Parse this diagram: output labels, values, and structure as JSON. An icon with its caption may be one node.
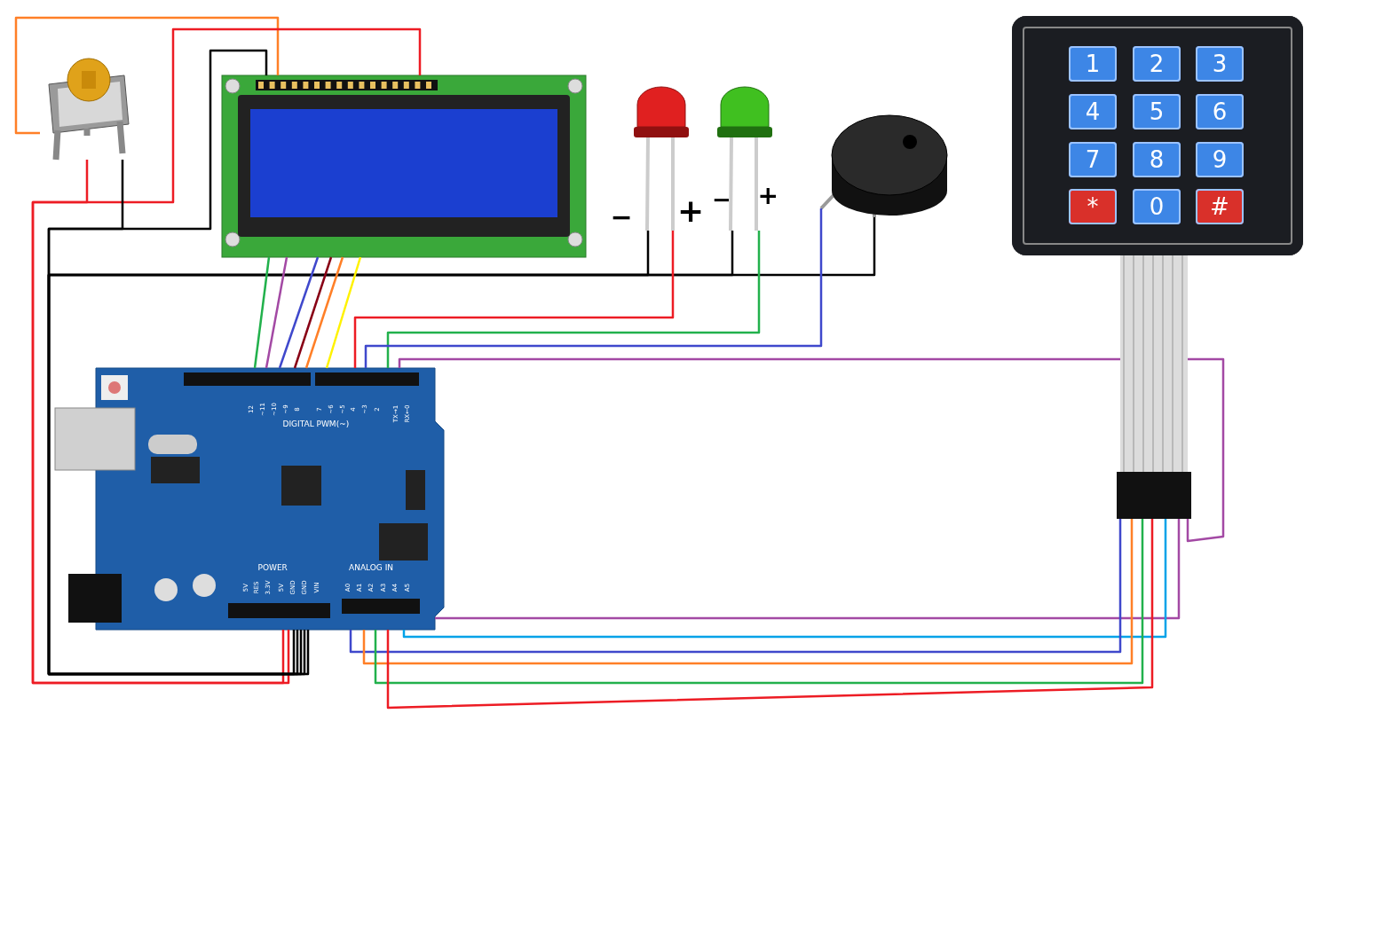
{
  "diagram": {
    "nodes": [
      {
        "text": [],
        "shape": "picture"
      },
      {
        "text": [],
        "shape": "picture"
      },
      {
        "text": [],
        "shape": "picture"
      },
      {
        "text": [],
        "shape": "picture"
      },
      {
        "text": [],
        "shape": "picture"
      },
      {
        "text": [
          "1",
          "2",
          "3",
          "4",
          "5",
          "6",
          "7",
          "8",
          "9",
          "*",
          "0",
          "#"
        ]
      },
      {
        "text": [],
        "shape": "picture"
      }
    ],
    "edges": [
      {
        "from": 0,
        "to": 1,
        "arrow": "none",
        "color": "#ff7f27"
      },
      {
        "from": 1,
        "to": 6,
        "arrow": "none",
        "color": "#ed1c24"
      },
      {
        "from": 1,
        "to": 6,
        "arrow": "none",
        "color": "#000000"
      },
      {
        "from": 0,
        "to": 6,
        "arrow": "none",
        "color": "#ed1c24"
      },
      {
        "from": 0,
        "to": 6,
        "arrow": "none",
        "color": "#000000"
      },
      {
        "from": 2,
        "to": 6,
        "arrow": "none",
        "color": "#000000"
      },
      {
        "from": 3,
        "to": 6,
        "arrow": "none",
        "color": "#000000"
      },
      {
        "from": 4,
        "to": 6,
        "arrow": "none",
        "color": "#000000"
      },
      {
        "from": 1,
        "to": 6,
        "arrow": "none",
        "color": "#22b14c"
      },
      {
        "from": 1,
        "to": 6,
        "arrow": "none",
        "color": "#a349a4"
      },
      {
        "from": 1,
        "to": 6,
        "arrow": "none",
        "color": "#3f48cc"
      },
      {
        "from": 1,
        "to": 6,
        "arrow": "none",
        "color": "#880015"
      },
      {
        "from": 1,
        "to": 6,
        "arrow": "none",
        "color": "#ff7f27"
      },
      {
        "from": 1,
        "to": 6,
        "arrow": "none",
        "color": "#fff200"
      },
      {
        "from": 2,
        "to": 6,
        "arrow": "none",
        "color": "#ed1c24"
      },
      {
        "from": 3,
        "to": 6,
        "arrow": "none",
        "color": "#22b14c"
      },
      {
        "from": 4,
        "to": 6,
        "arrow": "none",
        "color": "#3f48cc"
      },
      {
        "from": 5,
        "to": 6,
        "arrow": "none",
        "color": "#a349a4"
      },
      {
        "from": 5,
        "to": 6,
        "arrow": "none",
        "color": "#a349a4"
      },
      {
        "from": 5,
        "to": 6,
        "arrow": "none",
        "color": "#00a2e8"
      },
      {
        "from": 5,
        "to": 6,
        "arrow": "none",
        "color": "#3f48cc"
      },
      {
        "from": 5,
        "to": 6,
        "arrow": "none",
        "color": "#ff7f27"
      },
      {
        "from": 5,
        "to": 6,
        "arrow": "none",
        "color": "#22b14c"
      },
      {
        "from": 5,
        "to": 6,
        "arrow": "none",
        "color": "#ed1c24"
      }
    ],
    "labels": [
      "−",
      "+",
      "−",
      "+",
      "12",
      "~11",
      "~10",
      "~9",
      "8",
      "7",
      "~6",
      "~5",
      "4",
      "~3",
      "2",
      "TX→1",
      "RX←0",
      "DIGITAL PWM(~)",
      "POWER",
      "ANALOG IN",
      "5V",
      "RES",
      "3.3V",
      "5V",
      "GND",
      "GND",
      "VIN",
      "A0",
      "A1",
      "A2",
      "A3",
      "A4",
      "A5"
    ]
  }
}
